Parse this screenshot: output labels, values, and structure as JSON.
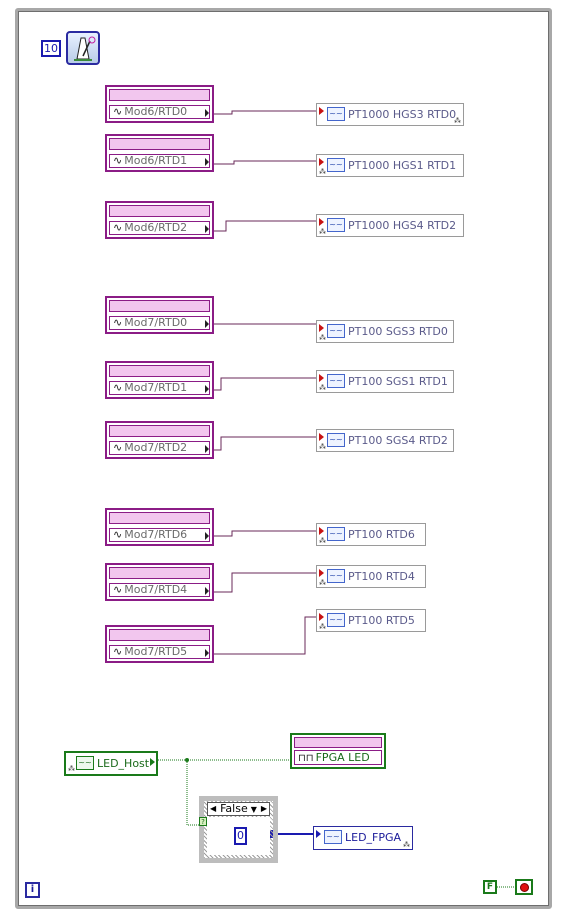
{
  "loop": {
    "timer_constant": "10",
    "iteration_terminal": "i",
    "stop_constant": "F"
  },
  "io_nodes": [
    {
      "label": "Mod6/RTD0"
    },
    {
      "label": "Mod6/RTD1"
    },
    {
      "label": "Mod6/RTD2"
    },
    {
      "label": "Mod7/RTD0"
    },
    {
      "label": "Mod7/RTD1"
    },
    {
      "label": "Mod7/RTD2"
    },
    {
      "label": "Mod7/RTD6"
    },
    {
      "label": "Mod7/RTD4"
    },
    {
      "label": "Mod7/RTD5"
    }
  ],
  "indicators": [
    {
      "label": "PT1000 HGS3 RTD0"
    },
    {
      "label": "PT1000 HGS1 RTD1"
    },
    {
      "label": "PT1000 HGS4 RTD2"
    },
    {
      "label": "PT100 SGS3 RTD0"
    },
    {
      "label": "PT100 SGS1 RTD1"
    },
    {
      "label": "PT100 SGS4 RTD2"
    },
    {
      "label": "PT100 RTD6"
    },
    {
      "label": "PT100 RTD4"
    },
    {
      "label": "PT100 RTD5"
    }
  ],
  "led": {
    "host_label": "LED_Host",
    "fpga_io_label": "FPGA LED",
    "case_selector": "False",
    "case_constant": "0",
    "fpga_var_label": "LED_FPGA"
  },
  "colors": {
    "fpga_io": "#8b1c86",
    "boolean_wire": "#1a7a1a",
    "numeric": "#1a1ab0"
  }
}
